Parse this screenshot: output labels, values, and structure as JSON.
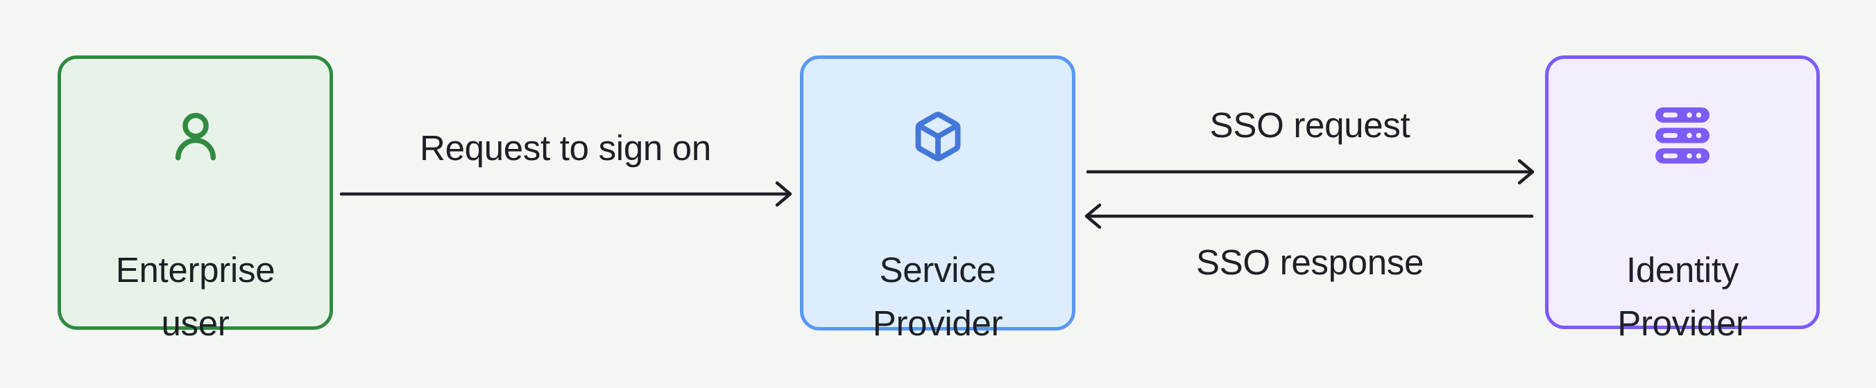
{
  "page": {
    "title": "SSO flow diagram"
  },
  "colors": {
    "background": "#f4f6f4",
    "text": "#1d2125",
    "arrow": "#1d2125"
  },
  "diagram": {
    "nodes": [
      {
        "id": "enterprise-user",
        "label": "Enterprise user",
        "label_lines": [
          "Enterprise",
          "user"
        ],
        "icon": "user-icon",
        "accent": "#2e8b3f",
        "fill": "#e7f3e8",
        "icon_color": "#328a41"
      },
      {
        "id": "service-provider",
        "label": "Service Provider",
        "label_lines": [
          "Service",
          "Provider"
        ],
        "icon": "cube-icon",
        "accent": "#5897f5",
        "fill": "#ddedfd",
        "icon_color": "#4477d9"
      },
      {
        "id": "identity-provider",
        "label": "Identity Provider",
        "label_lines": [
          "Identity",
          "Provider"
        ],
        "icon": "server-icon",
        "accent": "#7c5bfa",
        "fill": "#f4edfd",
        "icon_color": "#7b5cf6"
      }
    ],
    "edges": [
      {
        "label": "Request to sign on",
        "from": "enterprise-user",
        "to": "service-provider",
        "direction": "right"
      },
      {
        "label": "SSO request",
        "from": "service-provider",
        "to": "identity-provider",
        "direction": "right"
      },
      {
        "label": "SSO response",
        "from": "identity-provider",
        "to": "service-provider",
        "direction": "left"
      }
    ]
  }
}
